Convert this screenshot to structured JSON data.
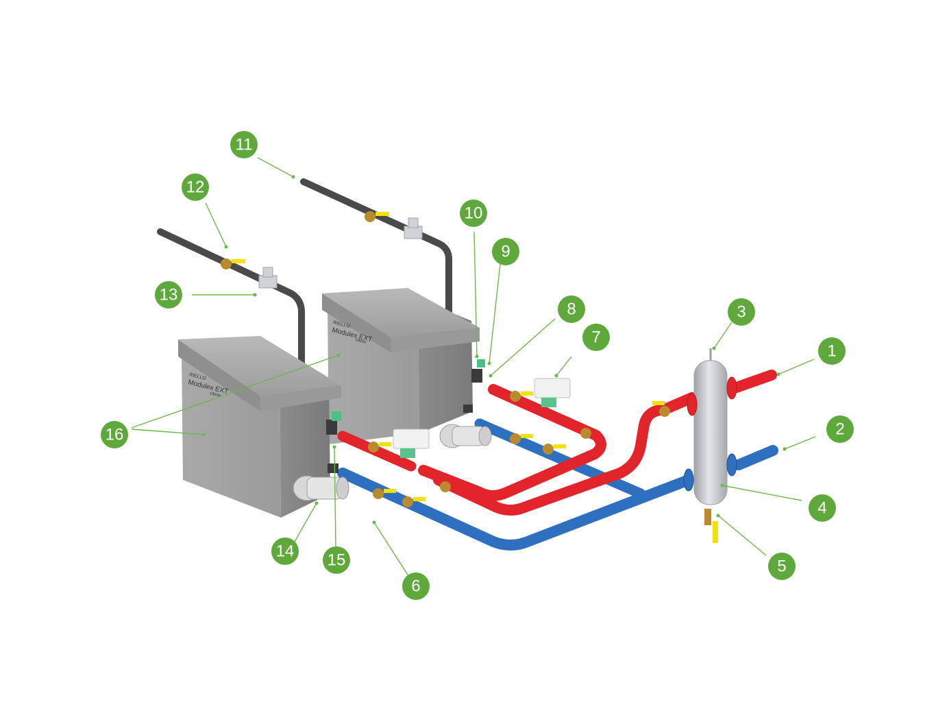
{
  "colors": {
    "badge": "#5ea83c",
    "leader": "#6cb84a",
    "hot_pipe": "#e2252b",
    "cold_pipe": "#2f6fc0",
    "gas_pipe": "#4a4a4a",
    "valve_handle": "#f5e10a",
    "brass": "#b98a2e",
    "boiler_body": "#a3a3a3",
    "separator": "#c9cbce"
  },
  "boilers": [
    {
      "brand": "RIELLO",
      "model": "Modulex EXT",
      "sub": "Ulisse"
    },
    {
      "brand": "RIELLO",
      "model": "Modulex EXT",
      "sub": "Ulisse"
    }
  ],
  "callouts": [
    {
      "label": "1"
    },
    {
      "label": "2"
    },
    {
      "label": "3"
    },
    {
      "label": "4"
    },
    {
      "label": "5"
    },
    {
      "label": "6"
    },
    {
      "label": "7"
    },
    {
      "label": "8"
    },
    {
      "label": "9"
    },
    {
      "label": "10"
    },
    {
      "label": "11"
    },
    {
      "label": "12"
    },
    {
      "label": "13"
    },
    {
      "label": "14"
    },
    {
      "label": "15"
    },
    {
      "label": "16"
    }
  ]
}
